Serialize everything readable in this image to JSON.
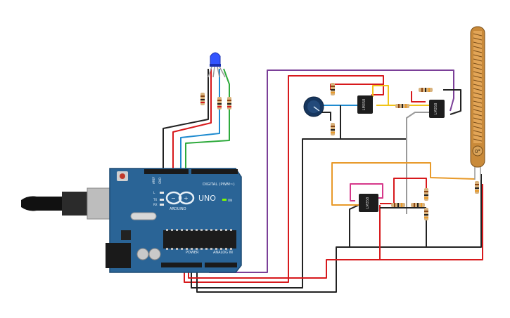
{
  "board": {
    "brand": "ARDUINO",
    "model": "UNO",
    "digital_label": "DIGITAL (PWM~)",
    "power_label": "POWER",
    "analog_label": "ANALOG IN",
    "on_label": "ON",
    "tx_label": "TX",
    "rx_label": "RX",
    "l_label": "L",
    "aref_label": "AREF",
    "gnd_label": "GND"
  },
  "opamps": {
    "label": "LM358"
  },
  "flex_sensor": {
    "angle_label": "0°"
  },
  "colors": {
    "red": "#d7191c",
    "black": "#222222",
    "purple": "#7b3f98",
    "blue": "#1f8bd0",
    "green": "#2eaa3c",
    "orange": "#e89a2a",
    "gray": "#9a9a9a",
    "yellow": "#f0c419",
    "pink": "#d6388a",
    "board": "#2a6496",
    "led": "#3355ff"
  }
}
